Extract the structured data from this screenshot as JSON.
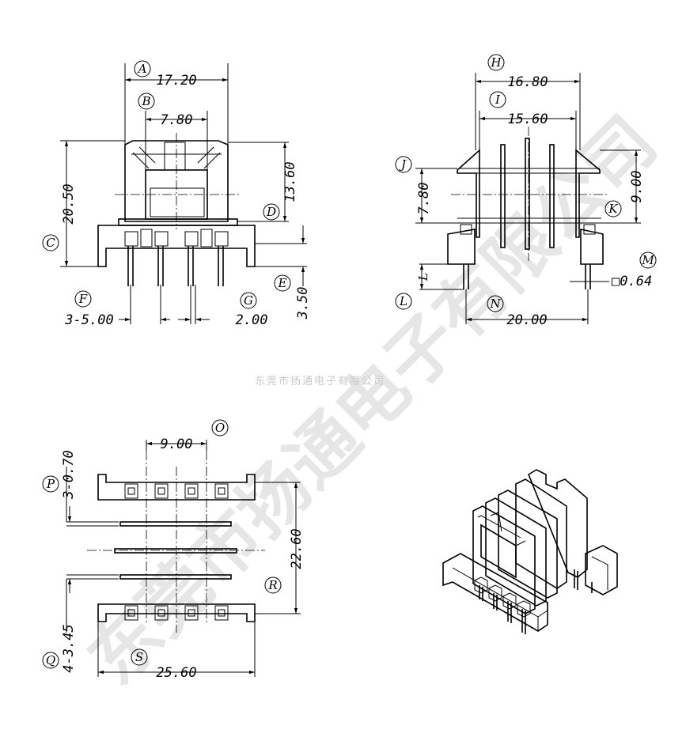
{
  "watermark": {
    "small": "东莞市扬通电子有限公司",
    "big": "东莞市扬通电子有限公司"
  },
  "front_view": {
    "A": {
      "letter": "A",
      "value": "17.20"
    },
    "B": {
      "letter": "B",
      "value": "7.80"
    },
    "C": {
      "letter": "C",
      "value": "20.50"
    },
    "D": {
      "letter": "D",
      "value": "13.60"
    },
    "E": {
      "letter": "E",
      "value": "3.50"
    },
    "F": {
      "letter": "F",
      "value": "3-5.00"
    },
    "G": {
      "letter": "G",
      "value": "2.00"
    }
  },
  "side_view": {
    "H": {
      "letter": "H",
      "value": "16.80"
    },
    "I": {
      "letter": "I",
      "value": "15.60"
    },
    "J": {
      "letter": "J",
      "value": "7.80"
    },
    "K": {
      "letter": "K",
      "value": "9.00"
    },
    "L": {
      "letter": "L",
      "value": "L"
    },
    "M": {
      "letter": "M",
      "value": "□0.64"
    },
    "N": {
      "letter": "N",
      "value": "20.00"
    }
  },
  "bottom_view": {
    "O": {
      "letter": "O",
      "value": "9.00"
    },
    "P": {
      "letter": "P",
      "value": "3-0.70"
    },
    "Q": {
      "letter": "Q",
      "value": "4-3.45"
    },
    "R": {
      "letter": "R",
      "value": "22.60"
    },
    "S": {
      "letter": "S",
      "value": "25.60"
    }
  }
}
